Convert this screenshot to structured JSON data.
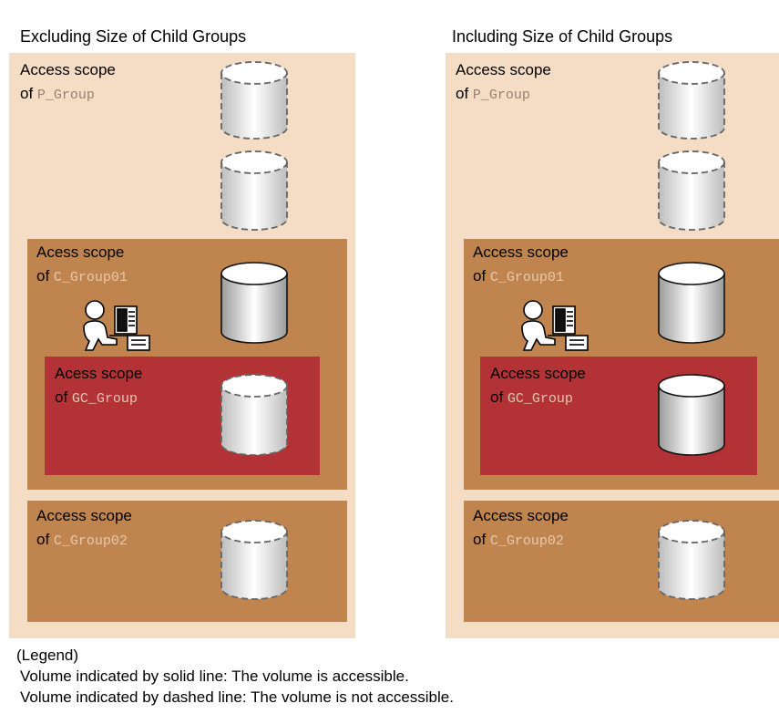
{
  "panels": [
    {
      "title": "Excluding Size of Child Groups",
      "p_scope": {
        "line1": "Access scope",
        "of": "of",
        "group": "P_Group"
      },
      "c1_scope": {
        "line1": "Acess scope",
        "of": "of",
        "group": "C_Group01"
      },
      "gc_scope": {
        "line1": "Acess scope",
        "of": "of",
        "group": "GC_Group",
        "volume_accessible": false
      },
      "c2_scope": {
        "line1": "Access scope",
        "of": "of",
        "group": "C_Group02"
      }
    },
    {
      "title": "Including Size of Child Groups",
      "p_scope": {
        "line1": "Access scope",
        "of": "of",
        "group": "P_Group"
      },
      "c1_scope": {
        "line1": "Access scope",
        "of": "of",
        "group": "C_Group01"
      },
      "gc_scope": {
        "line1": "Access scope",
        "of": "of",
        "group": "GC_Group",
        "volume_accessible": true
      },
      "c2_scope": {
        "line1": "Access scope",
        "of": "of",
        "group": "C_Group02"
      }
    }
  ],
  "legend": {
    "title": "(Legend)",
    "solid": "Volume indicated by solid line: The volume is accessible.",
    "dashed": "Volume indicated by dashed line: The volume is not accessible."
  },
  "colors": {
    "parent_scope": "#f5dcc5",
    "child_scope": "#c0854f",
    "grandchild_scope": "#b33236"
  }
}
